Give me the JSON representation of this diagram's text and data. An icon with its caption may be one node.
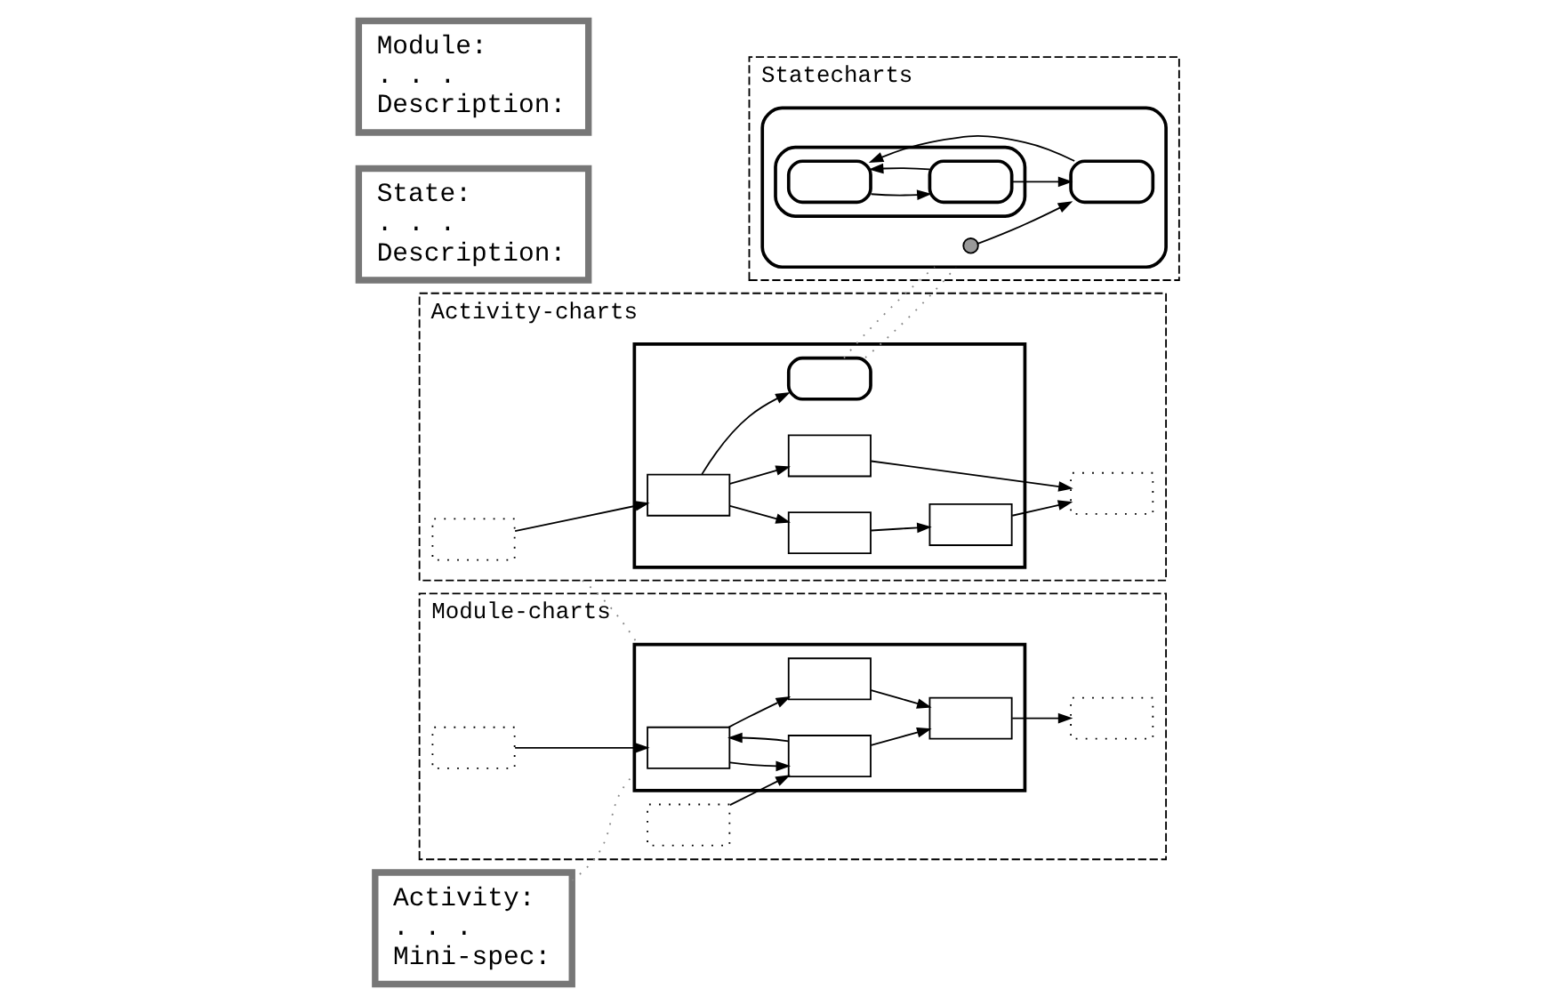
{
  "diagram": {
    "nodes": [
      {
        "text": [
          "Activity-charts"
        ]
      },
      {
        "text": [],
        "shape": "box",
        "in": 0
      },
      {
        "text": [],
        "shape": "box",
        "in": 1
      },
      {
        "text": [],
        "shape": "box",
        "in": 1
      },
      {
        "text": [],
        "shape": "box",
        "in": 1
      },
      {
        "text": [],
        "shape": "box",
        "in": 1
      },
      {
        "text": [],
        "shape": "box",
        "in": 1
      },
      {
        "text": [],
        "shape": "box",
        "in": 0
      },
      {
        "text": [],
        "shape": "box",
        "in": 0
      },
      {
        "text": [
          "Activity:",
          ". . .",
          "Mini-spec:"
        ]
      },
      {
        "text": [
          "Statecharts"
        ]
      },
      {
        "text": [],
        "shape": "box",
        "in": 10
      },
      {
        "text": [],
        "shape": "circle",
        "in": 11
      },
      {
        "text": [],
        "shape": "box",
        "in": 11
      },
      {
        "text": [],
        "shape": "box",
        "in": 11
      },
      {
        "text": [],
        "shape": "box",
        "in": 14
      },
      {
        "text": [],
        "shape": "box",
        "in": 14
      },
      {
        "text": [
          "State:",
          ". . .",
          "Description:"
        ]
      },
      {
        "text": [
          "Module-charts"
        ]
      },
      {
        "text": [],
        "shape": "box",
        "in": 18
      },
      {
        "text": [],
        "shape": "box",
        "in": 18
      },
      {
        "text": [],
        "shape": "box",
        "in": 18
      },
      {
        "text": [],
        "shape": "box",
        "in": 19
      },
      {
        "text": [],
        "shape": "box",
        "in": 19
      },
      {
        "text": [],
        "shape": "box",
        "in": 19
      },
      {
        "text": [],
        "shape": "box",
        "in": 19
      },
      {
        "text": [],
        "shape": "box",
        "in": 18
      },
      {
        "text": [
          "Module:",
          ". . .",
          "Description:"
        ]
      }
    ],
    "edges": [
      {
        "from": 7,
        "to": 3,
        "arrow": "to"
      },
      {
        "from": 3,
        "to": 2,
        "arrow": "to"
      },
      {
        "from": 3,
        "to": 4,
        "arrow": "to"
      },
      {
        "from": 3,
        "to": 5,
        "arrow": "to"
      },
      {
        "from": 5,
        "to": 6,
        "arrow": "to"
      },
      {
        "from": 4,
        "to": 8,
        "arrow": "to"
      },
      {
        "from": 6,
        "to": 8,
        "arrow": "to"
      },
      {
        "from": 12,
        "to": 13,
        "arrow": "to"
      },
      {
        "from": 13,
        "to": 15,
        "arrow": "to"
      },
      {
        "from": 15,
        "to": 16,
        "arrow": "to"
      },
      {
        "from": 16,
        "to": 15,
        "arrow": "to"
      },
      {
        "from": 16,
        "to": 13,
        "arrow": "to"
      },
      {
        "from": 20,
        "to": 22,
        "arrow": "to"
      },
      {
        "from": 21,
        "to": 24,
        "arrow": "to"
      },
      {
        "from": 22,
        "to": 23,
        "arrow": "to"
      },
      {
        "from": 22,
        "to": 24,
        "arrow": "to"
      },
      {
        "from": 24,
        "to": 22,
        "arrow": "to"
      },
      {
        "from": 24,
        "to": 25,
        "arrow": "to"
      },
      {
        "from": 23,
        "to": 25,
        "arrow": "to"
      },
      {
        "from": 25,
        "to": 26,
        "arrow": "to"
      },
      {
        "from": 2,
        "to": 11,
        "arrow": "none",
        "style": "dashed",
        "color": "#888888"
      },
      {
        "from": 2,
        "to": 11,
        "arrow": "none",
        "style": "dashed",
        "color": "#888888"
      },
      {
        "from": 9,
        "to": 19,
        "arrow": "none",
        "style": "dashed",
        "color": "#888888"
      },
      {
        "from": 0,
        "to": 19,
        "arrow": "none",
        "style": "dashed",
        "color": "#888888"
      }
    ]
  }
}
